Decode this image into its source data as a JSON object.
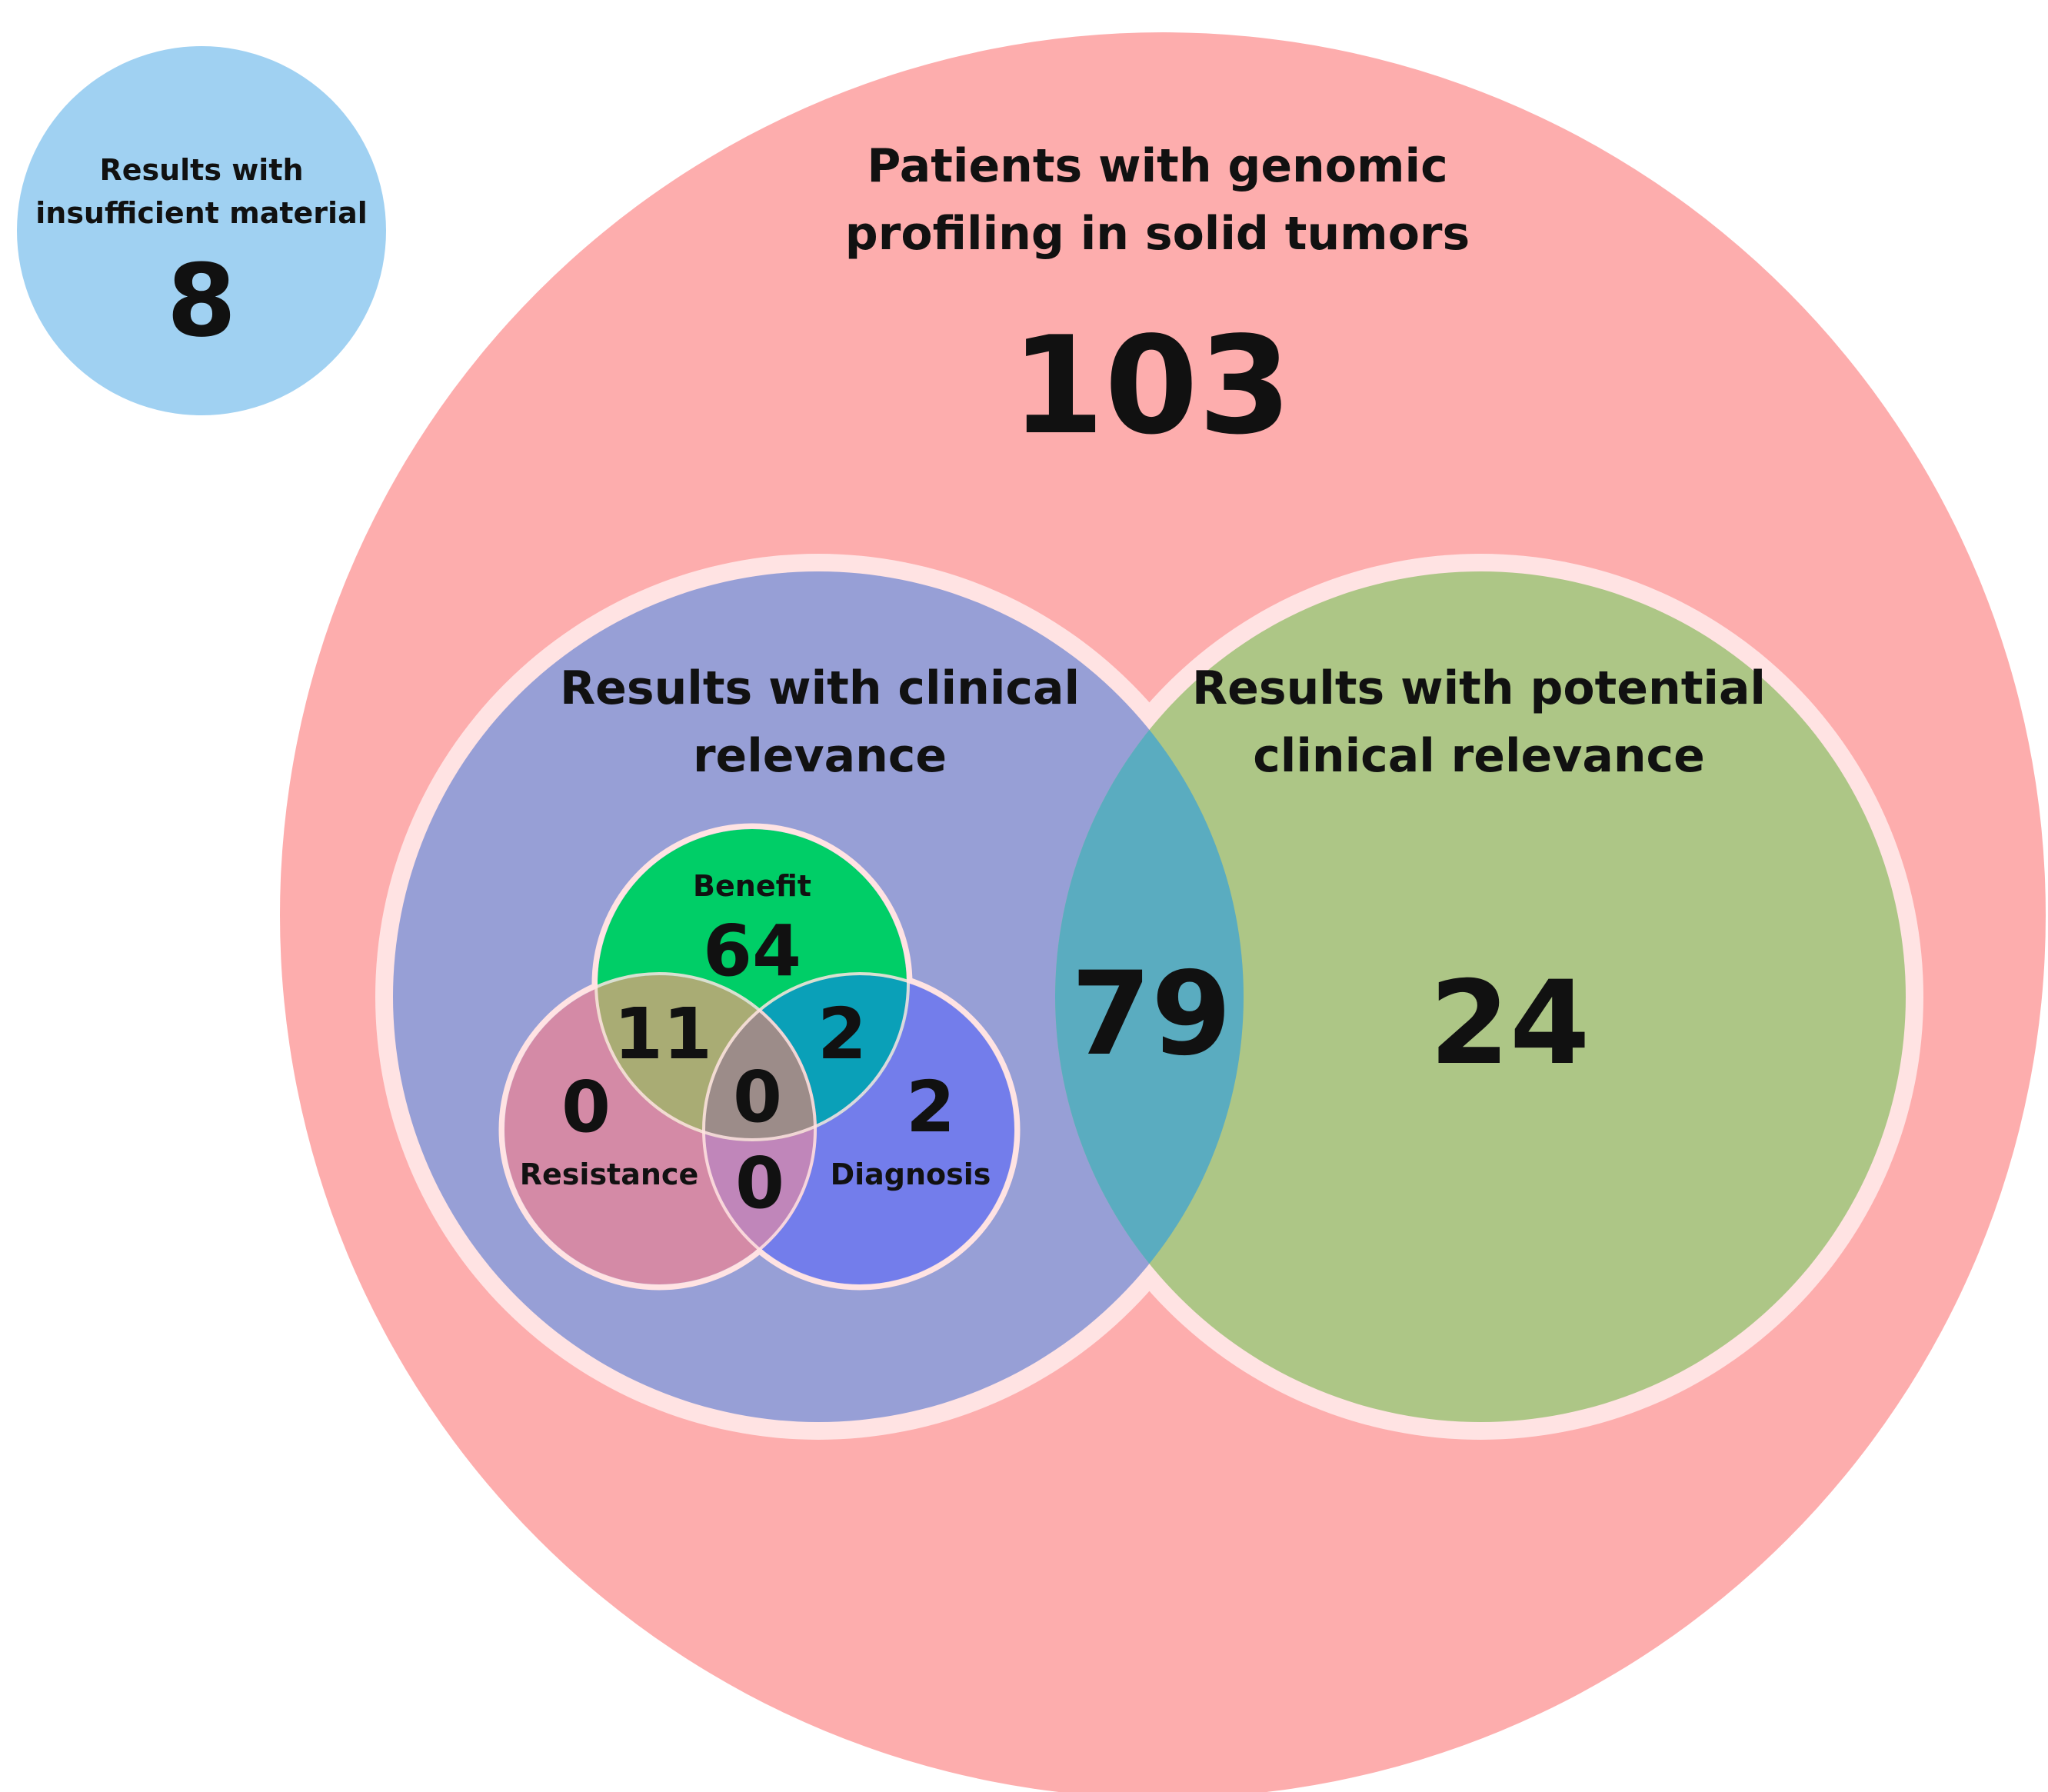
{
  "colors": {
    "background": "#ffffff",
    "insufficient": "#a0d1f2",
    "patients": "#fdadad",
    "clinical": "#979fd6",
    "potential": "#adc686",
    "overlap": "#5aacc0",
    "benefit": "#00ce67",
    "resistance": "#d48aa6",
    "diagnosis": "#737deb",
    "ring": "#ffe3e3",
    "text": "#111111"
  },
  "insufficient": {
    "label_line1": "Results with",
    "label_line2": "insufficient material",
    "count": "8"
  },
  "patients": {
    "label_line1": "Patients with genomic",
    "label_line2": "profiling in solid tumors",
    "count": "103"
  },
  "clinical": {
    "label_line1": "Results with clinical",
    "label_line2": "relevance"
  },
  "potential": {
    "label_line1": "Results with potential",
    "label_line2": "clinical relevance",
    "count": "24"
  },
  "overlap_count": "79",
  "subsets": {
    "benefit_label": "Benefit",
    "resistance_label": "Resistance",
    "diagnosis_label": "Diagnosis",
    "benefit_only": "64",
    "benefit_resistance": "11",
    "benefit_diagnosis": "2",
    "all_three": "0",
    "resistance_only": "0",
    "resistance_diagnosis": "0",
    "diagnosis_only": "2"
  }
}
